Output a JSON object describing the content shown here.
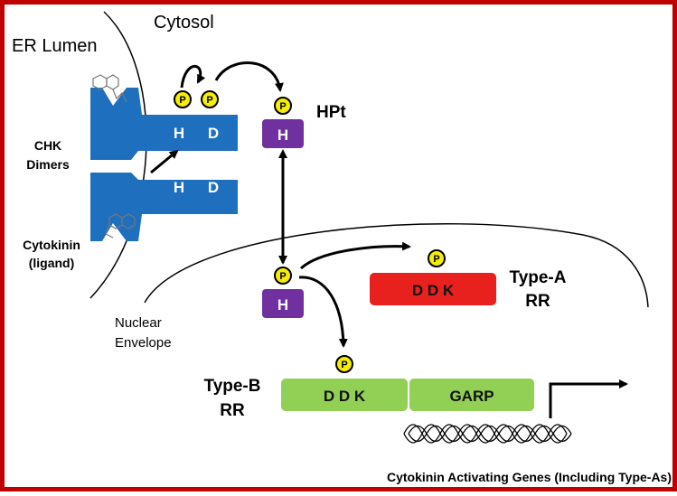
{
  "labels": {
    "er_lumen": "ER Lumen",
    "cytosol": "Cytosol",
    "chk_dimers_line1": "CHK",
    "chk_dimers_line2": "Dimers",
    "cytokinin_line1": "Cytokinin",
    "cytokinin_line2": "(ligand)",
    "nuclear_envelope_line1": "Nuclear",
    "nuclear_envelope_line2": "Envelope",
    "hpt": "HPt",
    "type_a_line1": "Type-A",
    "type_a_line2": "RR",
    "type_b_line1": "Type-B",
    "type_b_line2": "RR",
    "footer": "Cytokinin Activating Genes (Including Type-As)"
  },
  "residues": {
    "h": "H",
    "d": "D",
    "ddk": "D D K",
    "garp": "GARP",
    "p": "P"
  },
  "colors": {
    "frame": "#c00000",
    "receptor": "#1f6fbf",
    "hpt": "#7030a0",
    "type_a": "#e8201e",
    "type_b": "#92cf55",
    "phosphate": "#f6ee00"
  }
}
